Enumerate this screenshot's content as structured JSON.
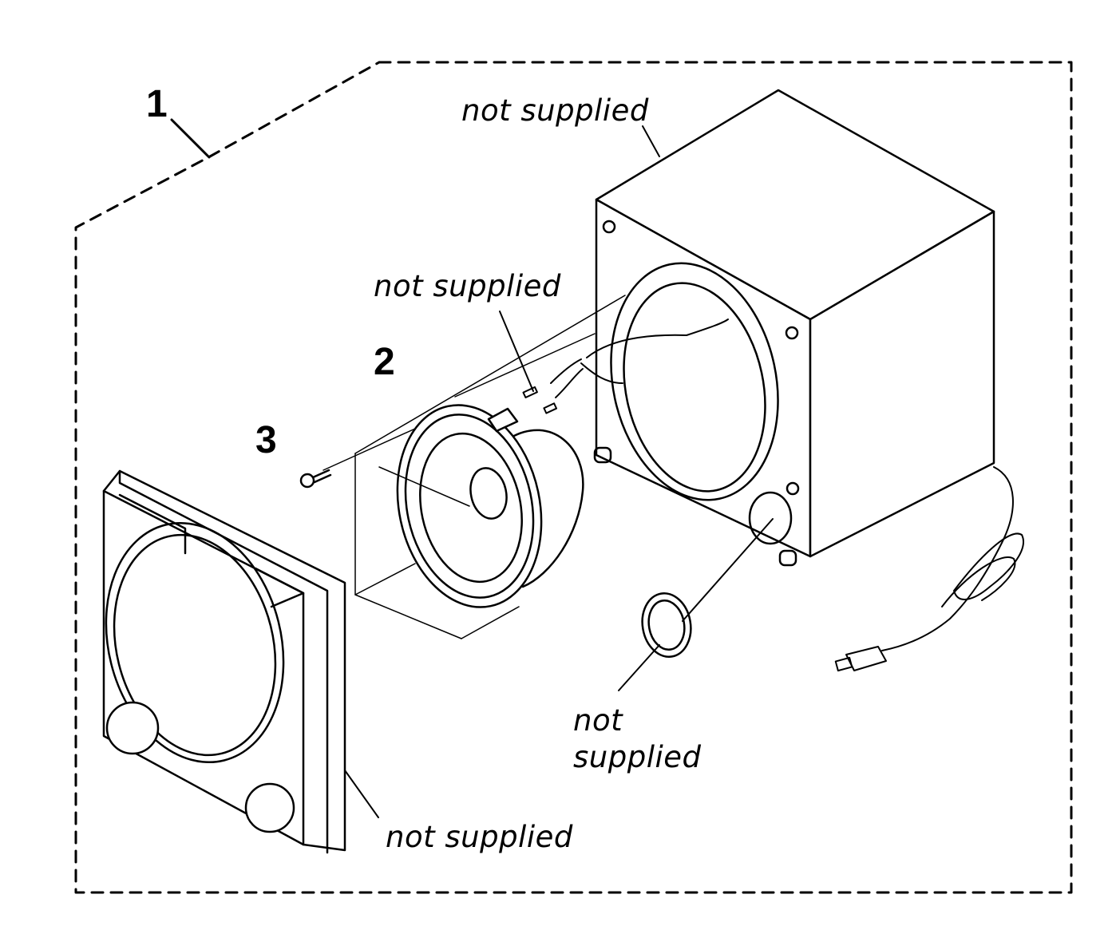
{
  "callouts": {
    "assembly": "1",
    "speaker_unit": "2",
    "screw": "3"
  },
  "labels": {
    "enclosure": "not supplied",
    "wiring": "not supplied",
    "port_line1": "not",
    "port_line2": "supplied",
    "grille": "not supplied"
  },
  "colors": {
    "ink": "#000000",
    "background": "#ffffff",
    "panel": "#f5f5f5"
  }
}
